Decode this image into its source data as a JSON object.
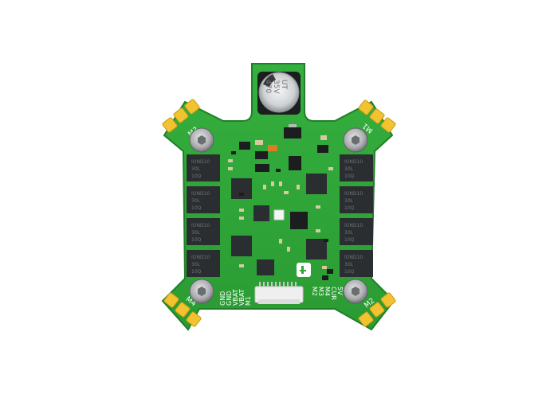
{
  "board": {
    "colors": {
      "pcb": "#2fa838",
      "pcb_edge": "#1f7f28",
      "pad": "#f2c230",
      "pad_dark": "#c79a12",
      "chip": "#2b2e31",
      "component": "#1b1d1f",
      "smd": "#d9c9a3",
      "connector": "#efefef",
      "capacitor_band": "#3a3a3a",
      "silkscreen": "#ffffff"
    },
    "capacitor": {
      "label_line1": "UT",
      "label_line2": "35V",
      "label_line3": "470"
    },
    "motor_labels": {
      "top_left": "M3",
      "top_right": "M1",
      "bottom_left": "M4",
      "bottom_right": "M2"
    },
    "connector_labels_left": [
      "GND",
      "GND",
      "VBAT",
      "VBAT",
      "M1"
    ],
    "connector_labels_right": [
      "M2",
      "M3",
      "M4",
      "CUR",
      "5V"
    ],
    "mosfet_text": {
      "line1": "IOND10",
      "line2": "30L",
      "line3": "10Q"
    },
    "logo_icon": "brand-logo-icon"
  }
}
